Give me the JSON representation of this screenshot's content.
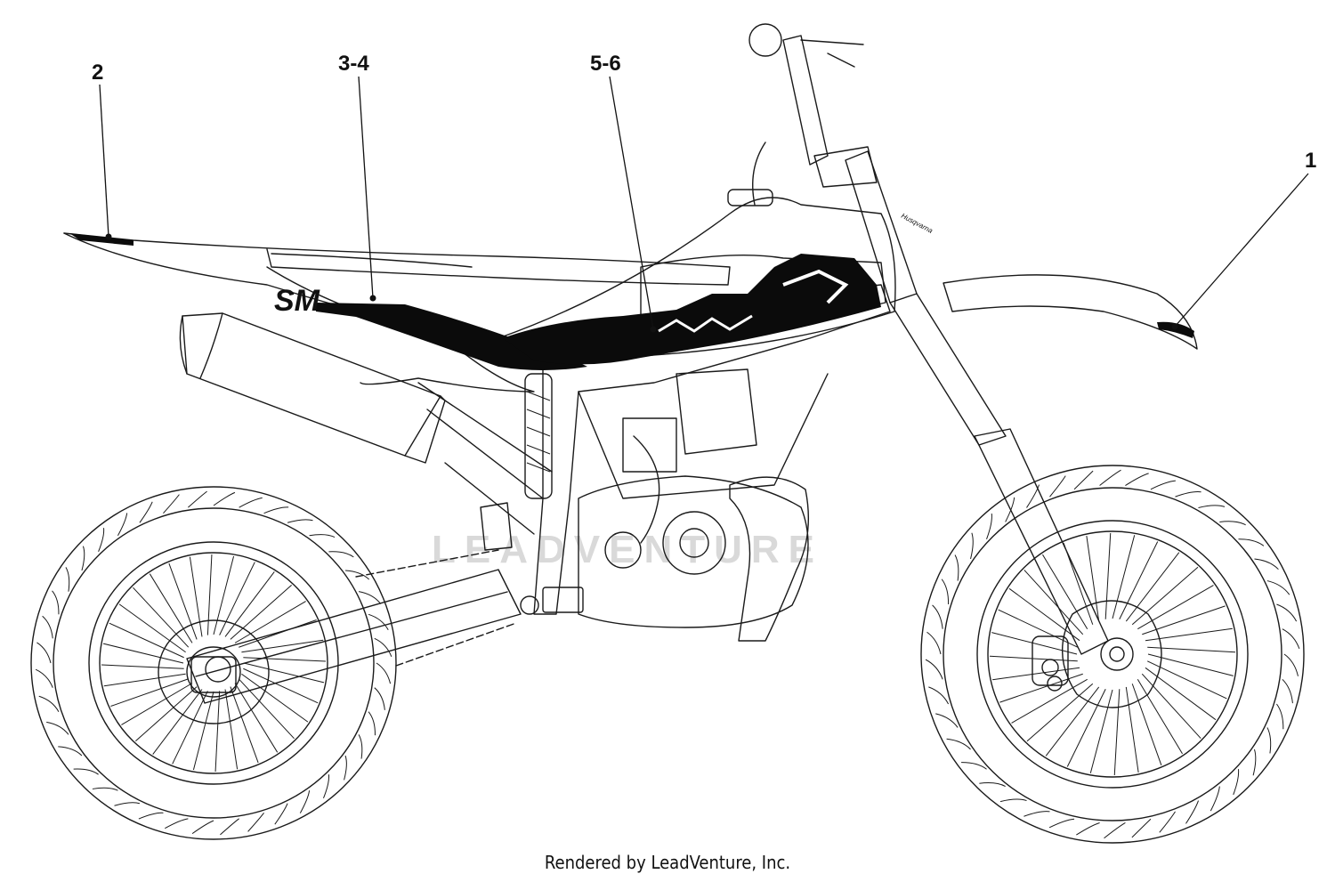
{
  "diagram": {
    "callouts": [
      {
        "id": "c1",
        "label": "1"
      },
      {
        "id": "c2",
        "label": "2"
      },
      {
        "id": "c34",
        "label": "3-4"
      },
      {
        "id": "c56",
        "label": "5-6"
      }
    ],
    "watermark_text": "LEADVENTURE",
    "decal_sm_text": "SM",
    "tank_brand_text": "Husqvarna",
    "credit": "Rendered by LeadVenture, Inc."
  }
}
